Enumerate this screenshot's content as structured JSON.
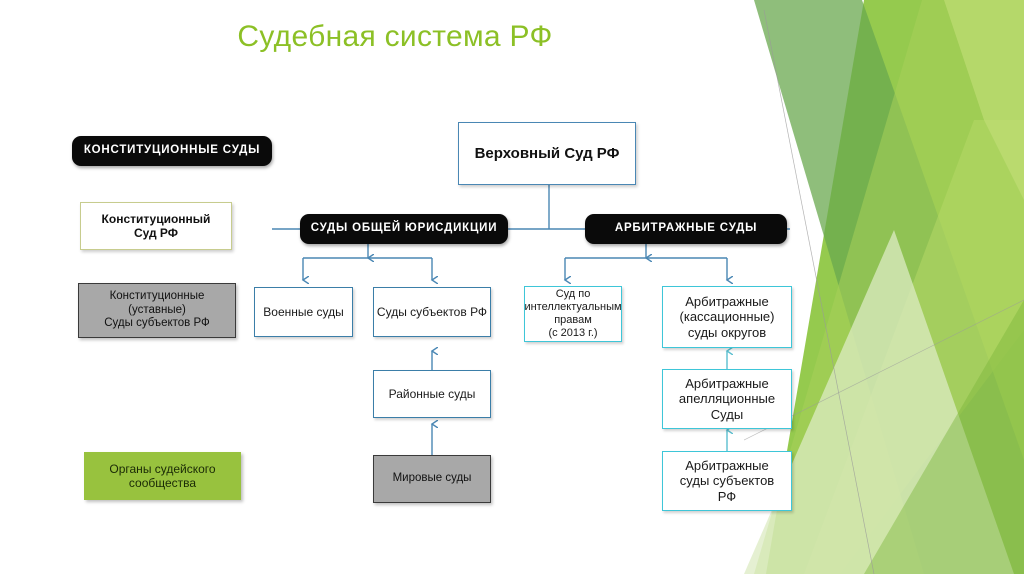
{
  "slide": {
    "title": "Судебная система РФ",
    "title_color": "#8cc026",
    "background": "#ffffff"
  },
  "palette": {
    "black_box": "#0a0a0a",
    "blue_border": "#3b7ea8",
    "cyan_border": "#3ec6d8",
    "olive_border": "#c7cc8e",
    "gray_fill": "#a8a8a8",
    "green_fill": "#98c23e",
    "connector": "#4a87b4",
    "connector_cyan": "#3ec6d8",
    "decor_green_dark": "#6aa84f",
    "decor_green_mid": "#8cc63f",
    "decor_green_light": "#a8d05a",
    "decor_green_pale": "#dcebc3"
  },
  "nodes": {
    "const_header": "КОНСТИТУЦИОННЫЕ СУДЫ",
    "const_court_rf": "Конституционный\nСуд РФ",
    "const_subject_courts": "Конституционные\n(уставные)\nСуды субъектов РФ",
    "judicial_community": "Органы судейского\nсообщества",
    "supreme_court": "Верховный Суд РФ",
    "general_jurisdiction": "СУДЫ ОБЩЕЙ ЮРИСДИКЦИИ",
    "arbitration_courts": "АРБИТРАЖНЫЕ СУДЫ",
    "military_courts": "Военные суды",
    "subject_courts": "Суды субъектов РФ",
    "district_courts": "Районные суды",
    "magistrate_courts": "Мировые суды",
    "ip_court": "Суд по\nинтеллектуальным\nправам\n(с 2013 г.)",
    "arbitration_cassation": "Арбитражные\n(кассационные)\nсуды округов",
    "arbitration_appeal": "Арбитражные\nапелляционные\nСуды",
    "arbitration_subject": "Арбитражные\nсуды субъектов\nРФ"
  }
}
